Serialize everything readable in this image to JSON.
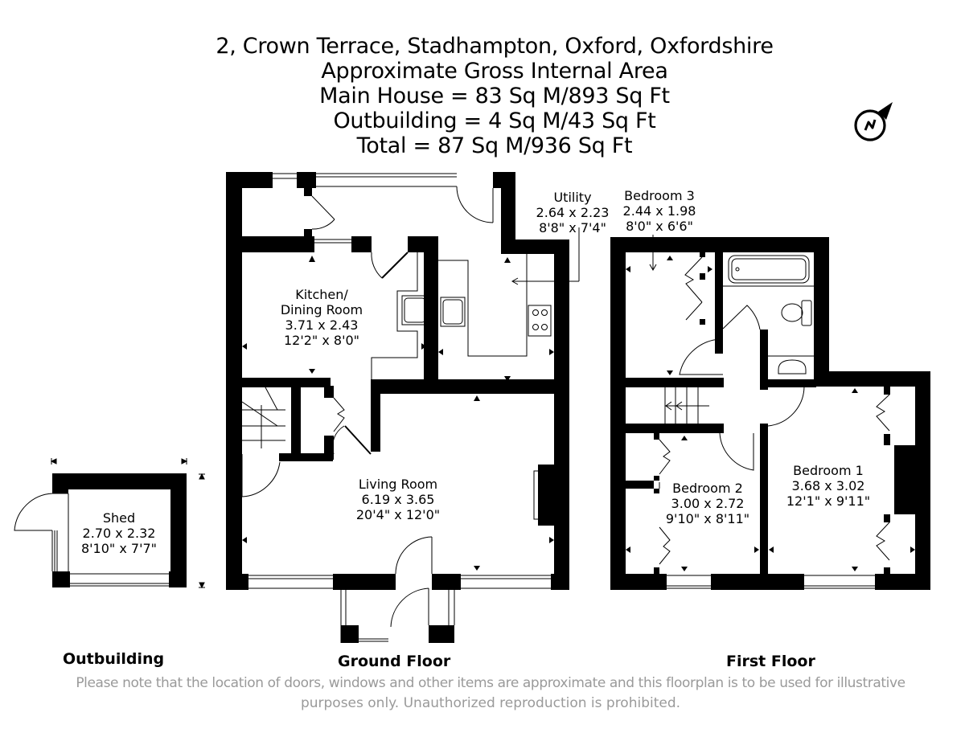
{
  "header": {
    "address": "2, Crown Terrace, Stadhampton, Oxford, Oxfordshire",
    "subtitle": "Approximate Gross Internal Area",
    "main_house": "Main House = 83 Sq M/893 Sq Ft",
    "outbuilding": "Outbuilding = 4 Sq M/43 Sq Ft",
    "total": "Total = 87 Sq M/936 Sq Ft"
  },
  "compass": {
    "icon": "north-compass-icon",
    "letter": "N"
  },
  "rooms": {
    "kitchen": {
      "name_line1": "Kitchen/",
      "name_line2": "Dining Room",
      "metric": "3.71 x 2.43",
      "imperial": "12'2\" x 8'0\""
    },
    "utility": {
      "name": "Utility",
      "metric": "2.64 x 2.23",
      "imperial": "8'8\" x 7'4\""
    },
    "living": {
      "name": "Living Room",
      "metric": "6.19 x 3.65",
      "imperial": "20'4\" x 12'0\""
    },
    "bedroom3": {
      "name": "Bedroom 3",
      "metric": "2.44 x 1.98",
      "imperial": "8'0\" x 6'6\""
    },
    "bedroom2": {
      "name": "Bedroom 2",
      "metric": "3.00 x 2.72",
      "imperial": "9'10\" x 8'11\""
    },
    "bedroom1": {
      "name": "Bedroom 1",
      "metric": "3.68 x 3.02",
      "imperial": "12'1\" x 9'11\""
    },
    "shed": {
      "name": "Shed",
      "metric": "2.70 x 2.32",
      "imperial": "8'10\" x 7'7\""
    }
  },
  "floors": {
    "outbuilding": "Outbuilding",
    "ground": "Ground Floor",
    "first": "First Floor"
  },
  "disclaimer": {
    "line1": "Please note that the location of doors, windows and other items are approximate and this floorplan is to be used for illustrative",
    "line2": "purposes only. Unauthorized reproduction is prohibited."
  },
  "colors": {
    "wall": "#000000",
    "background": "#ffffff",
    "disclaimer_text": "#9a9a9a"
  }
}
